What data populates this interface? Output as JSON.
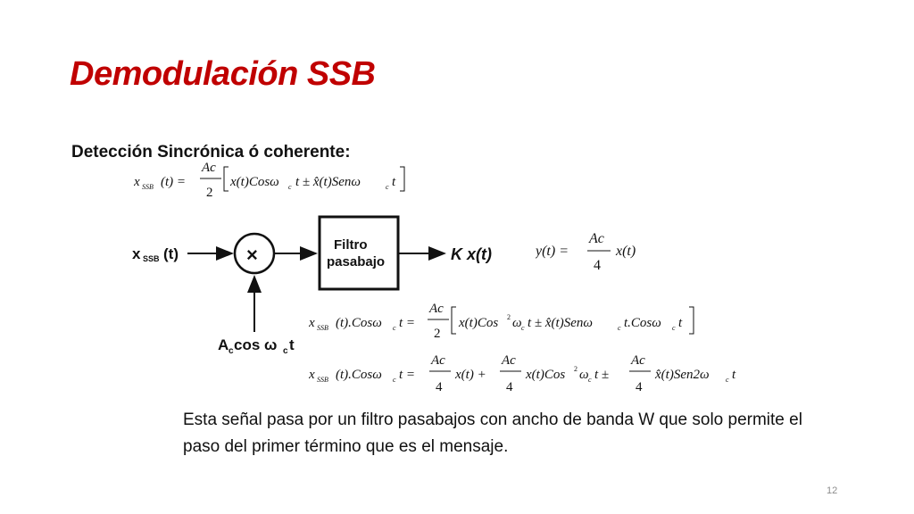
{
  "title": "Demodulación SSB",
  "subtitle": "Detección Sincrónica ó coherente:",
  "diagram": {
    "input_label": {
      "main": "x",
      "sub": "SSB",
      "arg": "(t)"
    },
    "multiplier_symbol": "×",
    "filter_label_line1": "Filtro",
    "filter_label_line2": "pasabajo",
    "output_label": "K x(t)",
    "carrier_label": {
      "main": "A",
      "sub1": "c",
      "mid": " cos ω",
      "sub2": "c",
      "end": "t"
    }
  },
  "equations": {
    "eq1": {
      "lhs": "x",
      "lhs_sub": "SSB",
      "lhs_arg": "(t) =",
      "frac_num": "Ac",
      "frac_den": "2",
      "bracket_content": "x(t)Cosω",
      "c1": "c",
      "t1": "t ± x̂(t)Senω",
      "c2": "c",
      "t2": "t"
    },
    "eq_y": {
      "lhs": "y(t) =",
      "frac_num": "Ac",
      "frac_den": "4",
      "rhs": "x(t)"
    },
    "eq2": {
      "lhs": "x",
      "lhs_sub": "SSB",
      "lhs_arg": "(t).Cosω",
      "lhs_c": "c",
      "lhs_end": "t =",
      "frac_num": "Ac",
      "frac_den": "2",
      "p1": "x(t)Cos",
      "p1_sup": "2",
      "p1b": "ω",
      "p1_c": "c",
      "p2": "t ± x̂(t)Senω",
      "p2_c": "c",
      "p3": "t.Cosω",
      "p3_c": "c",
      "p4": "t"
    },
    "eq3": {
      "lhs": "x",
      "lhs_sub": "SSB",
      "lhs_arg": "(t).Cosω",
      "lhs_c": "c",
      "lhs_end": "t =",
      "f1_num": "Ac",
      "f1_den": "4",
      "t1": "x(t) +",
      "f2_num": "Ac",
      "f2_den": "4",
      "t2": "x(t)Cos",
      "t2_sup": "2",
      "t2b": "ω",
      "t2_c": "c",
      "t2_end": "t ±",
      "f3_num": "Ac",
      "f3_den": "4",
      "t3": "x̂(t)Sen2ω",
      "t3_c": "c",
      "t3_end": "t"
    }
  },
  "body_text": "Esta señal pasa por un filtro pasabajos con ancho de banda W que solo permite el paso del primer término que es el mensaje.",
  "page_number": "12"
}
